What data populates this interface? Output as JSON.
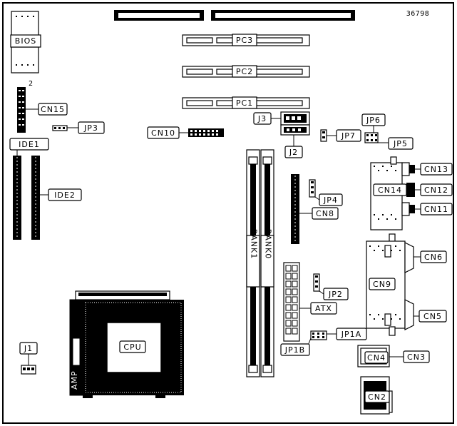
{
  "figure_code": "36798",
  "labels": {
    "bios": "BIOS",
    "pc3": "PC3",
    "pc2": "PC2",
    "pc1": "PC1",
    "cn15": "CN15",
    "pin2": "2",
    "jp3": "JP3",
    "cn10": "CN10",
    "j3": "J3",
    "j2": "J2",
    "jp7": "JP7",
    "jp6": "JP6",
    "jp5": "JP5",
    "ide1": "IDE1",
    "ide2": "IDE2",
    "cn13": "CN13",
    "cn14": "CN14",
    "cn12": "CN12",
    "cn11": "CN11",
    "jp4": "JP4",
    "cn8": "CN8",
    "bank1": "BANK1",
    "bank0": "BANK0",
    "cn6": "CN6",
    "cn9": "CN9",
    "jp2": "JP2",
    "atx": "ATX",
    "cn5": "CN5",
    "jp1a": "JP1A",
    "jp1b": "JP1B",
    "cpu": "CPU",
    "amp": "AMP",
    "j1": "J1",
    "cn4": "CN4",
    "cn3": "CN3",
    "cn2": "CN2"
  }
}
